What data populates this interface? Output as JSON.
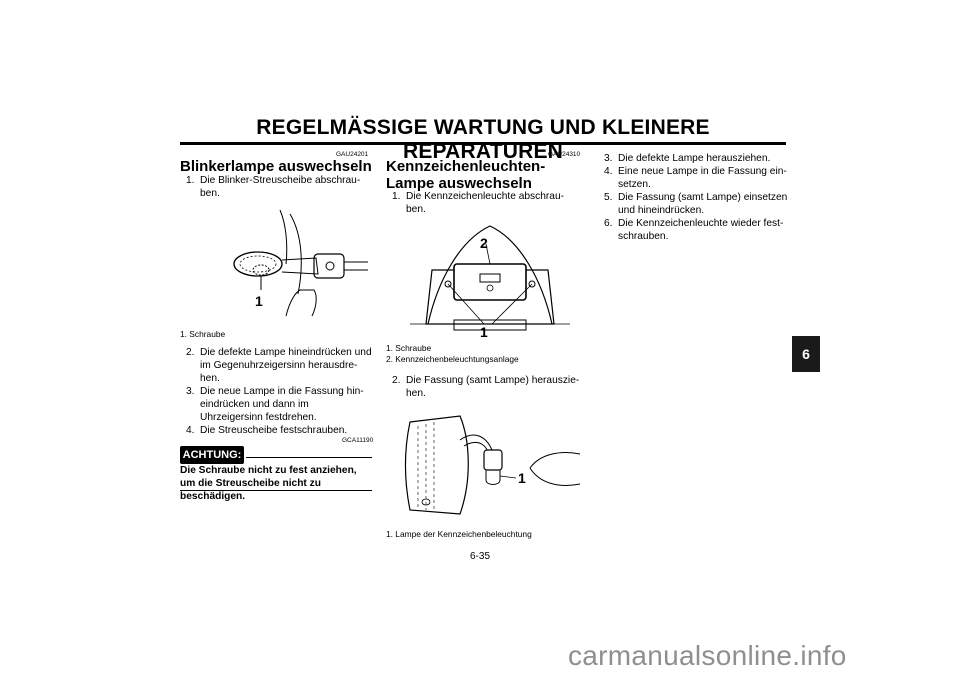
{
  "header": {
    "title": "REGELMÄSSIGE WARTUNG UND KLEINERE REPARATUREN"
  },
  "col1": {
    "code": "GAU24201",
    "heading": "Blinkerlampe auswechseln",
    "step1": {
      "num": "1.",
      "text": "Die Blinker-Streuscheibe abschrau-ben."
    },
    "figure_label": "1",
    "caption": "1. Schraube",
    "steps": [
      {
        "num": "2.",
        "text": "Die defekte Lampe hineindrücken und im Gegenuhrzeigersinn herausdre-hen."
      },
      {
        "num": "3.",
        "text": "Die neue Lampe in die Fassung hin-eindrücken und dann im Uhrzeigersinn festdrehen."
      },
      {
        "num": "4.",
        "text": "Die Streuscheibe festschrauben."
      }
    ],
    "caution_code": "GCA11190",
    "caution_label": "ACHTUNG:",
    "caution_text": "Die Schraube nicht zu fest anziehen, um die Streuscheibe nicht zu beschädigen."
  },
  "col2": {
    "code": "GAU24310",
    "heading": "Kennzeichenleuchten-Lampe auswechseln",
    "step1": {
      "num": "1.",
      "text": "Die Kennzeichenleuchte abschrau-ben."
    },
    "figure1_labels": [
      "2",
      "1"
    ],
    "captions1": [
      "1. Schraube",
      "2. Kennzeichenbeleuchtungsanlage"
    ],
    "step2": {
      "num": "2.",
      "text": "Die Fassung (samt Lampe) herauszie-hen."
    },
    "figure2_label": "1",
    "caption2": "1. Lampe der Kennzeichenbeleuchtung"
  },
  "col3": {
    "steps": [
      {
        "num": "3.",
        "text": "Die defekte Lampe herausziehen."
      },
      {
        "num": "4.",
        "text": "Eine neue Lampe in die Fassung ein-setzen."
      },
      {
        "num": "5.",
        "text": "Die Fassung (samt Lampe) einsetzen und hineindrücken."
      },
      {
        "num": "6.",
        "text": "Die Kennzeichenleuchte wieder fest-schrauben."
      }
    ]
  },
  "side_tab": "6",
  "page_number": "6-35",
  "watermark": "carmanualsonline.info"
}
